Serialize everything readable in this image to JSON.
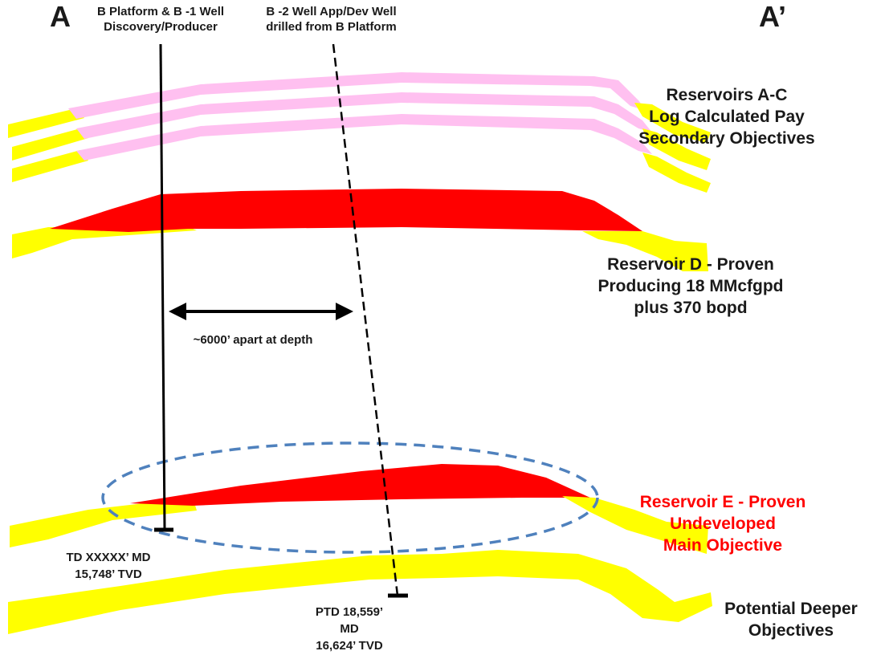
{
  "corner_left": "A",
  "corner_right": "A’",
  "well_b1": {
    "line1": "B Platform & B -1 Well",
    "line2": "Discovery/Producer"
  },
  "well_b2": {
    "line1": "B -2 Well App/Dev Well",
    "line2": "drilled from B Platform"
  },
  "res_ac": {
    "line1": "Reservoirs A-C",
    "line2": "Log Calculated Pay",
    "line3": "Secondary Objectives"
  },
  "res_d": {
    "line1": "Reservoir D - Proven",
    "line2": "Producing 18 MMcfgpd",
    "line3": "plus 370 bopd"
  },
  "apart": "~6000’ apart at depth",
  "res_e": {
    "line1": "Reservoir E - Proven",
    "line2": "Undeveloped",
    "line3": "Main Objective"
  },
  "td_b1": {
    "line1": "TD XXXXX’ MD",
    "line2": "15,748’ TVD"
  },
  "ptd_b2": {
    "line1": "PTD 18,559’",
    "line2": "MD",
    "line3": "16,624’ TVD"
  },
  "deeper": {
    "line1": "Potential Deeper",
    "line2": "Objectives"
  },
  "colors": {
    "yellow_bed": "#ffff00",
    "pink_pay": "#ffc0f0",
    "red_reservoir": "#ff0000",
    "ellipse_outline": "#4f81bd",
    "well_line": "#000000"
  }
}
